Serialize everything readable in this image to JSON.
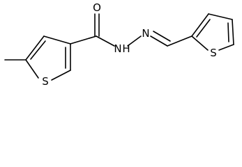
{
  "molecule": {
    "atoms": {
      "oxygen": "O",
      "sulfur_left": "S",
      "sulfur_right": "S",
      "nitrogen_left": "N",
      "nh_hydrogen": "H",
      "nitrogen_right": "N"
    },
    "colors": {
      "bond": "#000000",
      "label": "#000000",
      "background": "#ffffff"
    }
  }
}
